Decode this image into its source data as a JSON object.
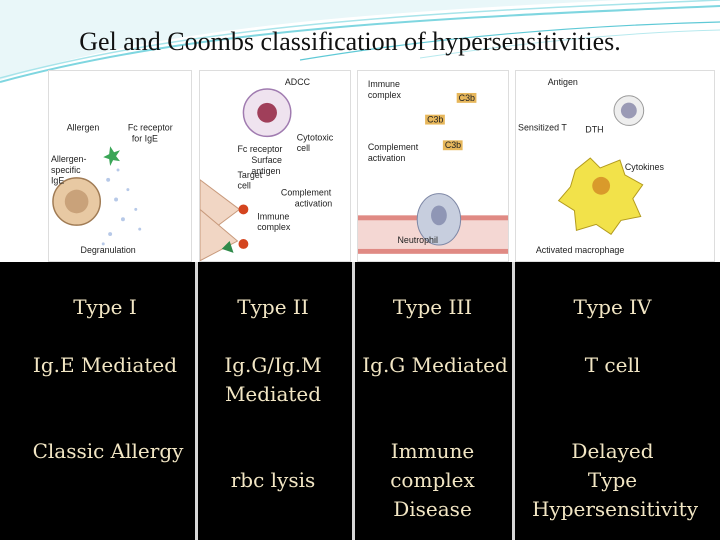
{
  "title": "Gel and Coombs classification of hypersensitivities.",
  "panels": {
    "type1": {
      "allergen": "Allergen",
      "fc_receptor": "Fc receptor",
      "for_ige": "for IgE",
      "allergen_specific": "Allergen-",
      "specific": "specific",
      "ige": "IgE",
      "degranulation": "Degranulation"
    },
    "type2": {
      "adcc": "ADCC",
      "cytotoxic": "Cytotoxic",
      "cell": "cell",
      "fc_receptor": "Fc receptor",
      "surface": "Surface",
      "antigen": "antigen",
      "target": "Target",
      "target_cell": "cell",
      "complement": "Complement",
      "activation": "activation",
      "immune": "Immune",
      "complex": "complex"
    },
    "type3": {
      "immune": "Immune",
      "complex": "complex",
      "c3b": "C3b",
      "complement": "Complement",
      "activation": "activation",
      "neutrophil": "Neutrophil"
    },
    "type4": {
      "antigen": "Antigen",
      "sensitized": "Sensitized T",
      "dth": "DTH",
      "cytokines": "Cytokines",
      "activated_macrophage": "Activated macrophage"
    }
  },
  "columns": [
    {
      "type": "Type I",
      "mechanism": "Ig.E Mediated",
      "example": "Classic Allergy"
    },
    {
      "type": "Type II",
      "mechanism_l1": "Ig.G/Ig.M",
      "mechanism_l2": "Mediated",
      "example": "rbc lysis"
    },
    {
      "type": "Type III",
      "mechanism": "Ig.G Mediated",
      "example_l1": "Immune",
      "example_l2": "complex",
      "example_l3": "Disease"
    },
    {
      "type": "Type IV",
      "mechanism": "T cell",
      "example_l1": "Delayed",
      "example_l2": "Type",
      "example_l3": "Hypersensitivity"
    }
  ],
  "colors": {
    "table_bg": "#000000",
    "table_text": "#f2e6c4",
    "swoosh": "#5fc9d6"
  }
}
